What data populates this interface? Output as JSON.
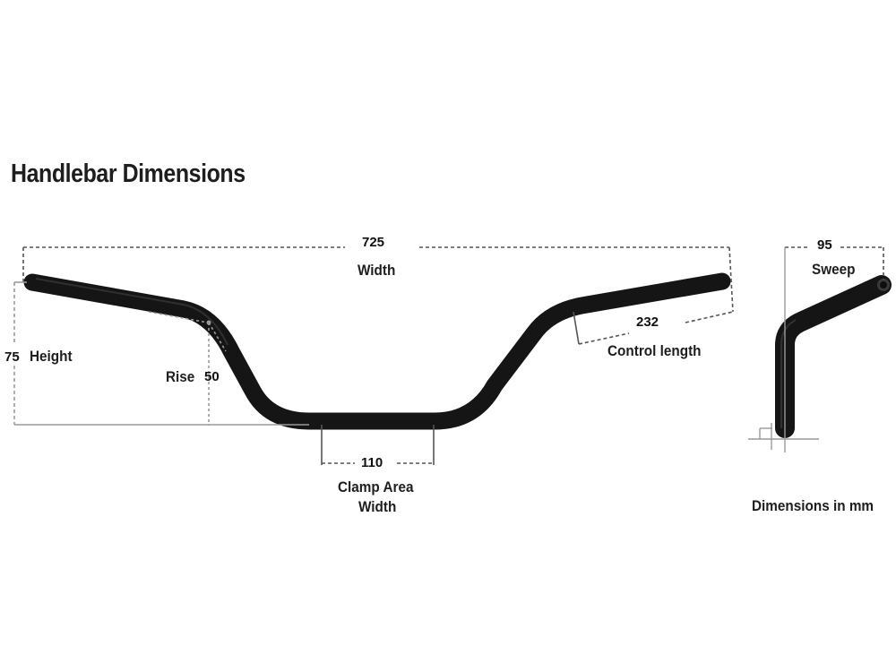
{
  "title": "Handlebar Dimensions",
  "dimensions": {
    "width": {
      "value": "725",
      "label": "Width"
    },
    "height": {
      "value": "75",
      "label": "Height"
    },
    "rise": {
      "value": "50",
      "label": "Rise"
    },
    "clamp_area": {
      "value": "110",
      "label_line1": "Clamp Area",
      "label_line2": "Width"
    },
    "control_length": {
      "value": "232",
      "label": "Control length"
    },
    "sweep": {
      "value": "95",
      "label": "Sweep"
    }
  },
  "units_note": "Dimensions in mm",
  "colors": {
    "bar": "#151515",
    "dimension_line": "#555555",
    "guide_line": "#9a9a9a"
  }
}
